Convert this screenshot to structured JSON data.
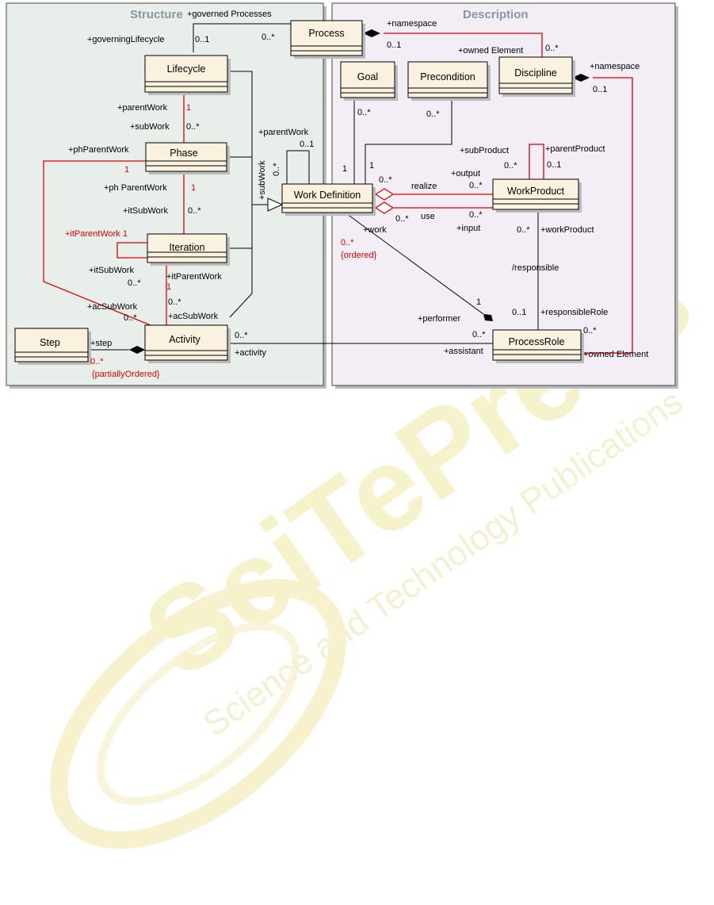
{
  "packages": {
    "structure": "Structure",
    "description": "Description"
  },
  "classes": {
    "process": "Process",
    "lifecycle": "Lifecycle",
    "phase": "Phase",
    "iteration": "Iteration",
    "activity": "Activity",
    "step": "Step",
    "goal": "Goal",
    "precondition": "Precondition",
    "discipline": "Discipline",
    "work_definition": "Work Definition",
    "work_product": "WorkProduct",
    "process_role": "ProcessRole"
  },
  "labels": {
    "governed_processes": "+governed Processes",
    "governing_lifecycle": "+governingLifecycle",
    "mult_0_1_lifecycle": "0..1",
    "mult_0_star_process": "0..*",
    "namespace_process": "+namespace",
    "mult_0_1_process_ns": "0..1",
    "owned_element_disc": "+owned Element",
    "mult_0_star_disc": "0..*",
    "namespace_disc": "+namespace",
    "mult_0_1_disc": "0..1",
    "goal_mult": "0..*",
    "precond_mult": "0..*",
    "parent_work": "+parentWork",
    "parent_work_mult": "1",
    "sub_work": "+subWork",
    "sub_work_mult": "0..*",
    "ph_parent_work_left": "+phParentWork",
    "ph_parent_work_left_mult": "1",
    "ph_parent_work": "+ph ParentWork",
    "ph_parent_work_mult": "1",
    "it_sub_work_phase": "+itSubWork",
    "it_sub_work_phase_mult": "0..*",
    "it_parent_work_left": "+itParentWork 1",
    "it_sub_work_left": "+itSubWork",
    "it_sub_work_left_mult": "0..*",
    "it_parent_work": "+itParentWork",
    "it_parent_work_mult": "1",
    "ac_sub_work_mult": "0..*",
    "ac_sub_work": "+acSubWork",
    "ac_sub_work_left": "+acSubWork",
    "ac_sub_work_left_mult": "0..*",
    "step_role": "+step",
    "step_mult": "0..*",
    "partially_ordered": "{partiallyOrdered}",
    "activity_mult": "0..*",
    "activity_role": "+activity",
    "wd_parent_work": "+parentWork",
    "wd_parent_work_mult": "0..1",
    "wd_sub_work": "+subWork",
    "wd_sub_work_mult": "0..*",
    "goal_one": "1",
    "precond_one": "1",
    "realize_mult_wd": "0..*",
    "realize": "realize",
    "use": "use",
    "use_mult_wd": "0..*",
    "work_role": "+work",
    "work_mult": "0..*",
    "ordered": "{ordered}",
    "sub_product": "+subProduct",
    "sub_product_mult": "0..*",
    "parent_product": "+parentProduct",
    "parent_product_mult": "0..1",
    "output": "+output",
    "output_mult": "0..*",
    "input": "+input",
    "input_mult": "0..*",
    "work_product_mult": "0..*",
    "work_product_role": "+workProduct",
    "responsible": "/responsible",
    "performer_one": "1",
    "performer": "+performer",
    "responsible_role_mult": "0..1",
    "responsible_role": "+responsibleRole",
    "pr_mult": "0..*",
    "assistant_mult": "0..*",
    "assistant": "+assistant",
    "owned_element_pr": "+owned Element",
    "pr_owned_mult": "0..*"
  },
  "watermark": {
    "logo": "SciTePress",
    "tagline": "Science and Technology Publications"
  },
  "colors": {
    "structure_bg": "#e8eeea",
    "description_bg": "#f3edf6",
    "class_fill": "#fbf1df",
    "red_line": "#e00000"
  }
}
